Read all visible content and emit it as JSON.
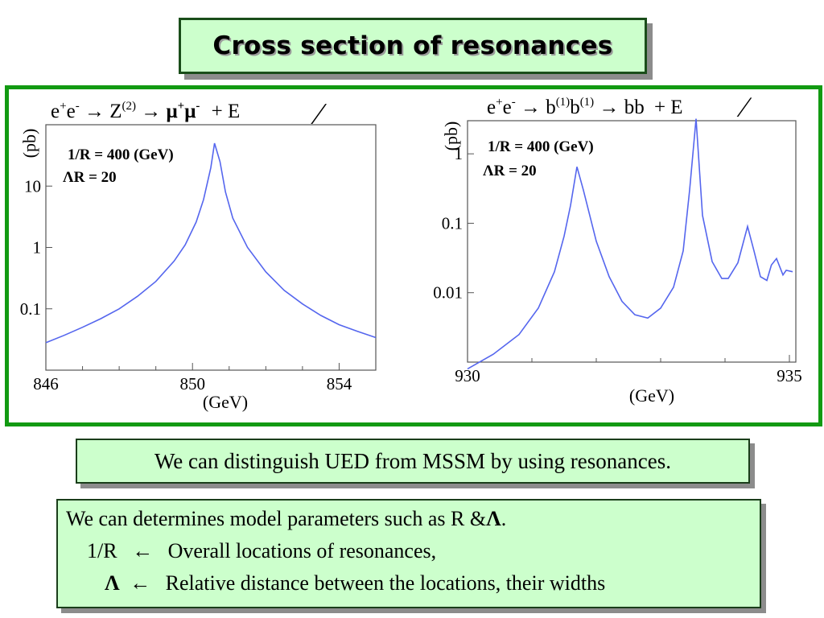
{
  "title": "Cross section of resonances",
  "left_panel": {
    "process_prefix": "e",
    "process_sup1": "+",
    "process_mid": "e",
    "process_sup2": "-",
    "arrow1": "→",
    "z": "Z",
    "z_sup": "(2)",
    "arrow2": "→",
    "mu": "μ",
    "mu_sup1": "+",
    "mu2": "μ",
    "mu_sup2": "-",
    "plus_e": "+ E",
    "slash": "∕",
    "ylabel": "(pb)",
    "xlabel": "(GeV)",
    "param1": "1/R = 400 (GeV)",
    "param2": "ΛR = 20"
  },
  "right_panel": {
    "process_prefix": "e",
    "process_sup1": "+",
    "process_mid": "e",
    "process_sup2": "-",
    "arrow1": "→",
    "b": "b",
    "b_sup": "(1)",
    "b2": "b",
    "b2_sup": "(1)",
    "arrow2": "→",
    "bb": "bb",
    "plus_e": "+ E",
    "slash": "∕",
    "ylabel": "(pb)",
    "xlabel": "(GeV)",
    "param1": "1/R = 400 (GeV)",
    "param2": "ΛR = 20"
  },
  "chart_data": [
    {
      "type": "line",
      "xlabel": "(GeV)",
      "ylabel": "(pb)",
      "yscale": "log",
      "xlim": [
        846,
        855
      ],
      "ylim": [
        0.01,
        100
      ],
      "x_ticks": [
        846,
        850,
        854
      ],
      "y_ticks": [
        0.1,
        1,
        10
      ],
      "annotations": [
        "1/R = 400 (GeV)",
        "ΛR = 20"
      ],
      "series": [
        {
          "color": "#5566ee",
          "x": [
            846,
            846.5,
            847,
            847.5,
            848,
            848.5,
            849,
            849.5,
            849.8,
            850.1,
            850.3,
            850.5,
            850.6,
            850.75,
            850.9,
            851.1,
            851.5,
            852,
            852.5,
            853,
            853.5,
            854,
            854.5,
            855
          ],
          "y": [
            0.028,
            0.037,
            0.05,
            0.069,
            0.1,
            0.16,
            0.28,
            0.6,
            1.1,
            2.6,
            6,
            20,
            50,
            25,
            8,
            3,
            1,
            0.4,
            0.2,
            0.12,
            0.078,
            0.055,
            0.043,
            0.034
          ]
        }
      ]
    },
    {
      "type": "line",
      "xlabel": "(GeV)",
      "ylabel": "(pb)",
      "yscale": "log",
      "xlim": [
        930,
        935.1
      ],
      "ylim": [
        0.001,
        3
      ],
      "x_ticks": [
        930,
        935
      ],
      "y_ticks": [
        0.01,
        0.1,
        1
      ],
      "annotations": [
        "1/R = 400 (GeV)",
        "ΛR = 20"
      ],
      "series": [
        {
          "color": "#5566ee",
          "x": [
            930,
            930.4,
            930.8,
            931.1,
            931.35,
            931.5,
            931.6,
            931.7,
            931.8,
            932,
            932.2,
            932.4,
            932.6,
            932.8,
            933,
            933.2,
            933.35,
            933.45,
            933.55,
            933.65,
            933.8,
            933.95,
            934.05,
            934.2,
            934.35,
            934.45,
            934.55,
            934.65,
            934.72,
            934.8,
            934.9,
            934.95,
            935.05
          ],
          "y": [
            0.0008,
            0.0013,
            0.0025,
            0.006,
            0.02,
            0.065,
            0.18,
            0.65,
            0.3,
            0.055,
            0.017,
            0.0075,
            0.0048,
            0.0043,
            0.006,
            0.012,
            0.04,
            0.3,
            3.2,
            0.13,
            0.028,
            0.016,
            0.016,
            0.027,
            0.09,
            0.04,
            0.017,
            0.015,
            0.025,
            0.031,
            0.018,
            0.021,
            0.02
          ]
        }
      ]
    }
  ],
  "box1": "We can distinguish UED from MSSM by using resonances.",
  "box2": {
    "line1_prefix": "We can determines model parameters such as R &",
    "line1_lambda": "Λ",
    "line1_suffix": ".",
    "line2_param": "1/R",
    "line2_arrow": "←",
    "line2_text": "Overall locations of resonances,",
    "line3_lambda": "Λ",
    "line3_arrow": "←",
    "line3_text": "Relative distance between the locations, their widths"
  }
}
